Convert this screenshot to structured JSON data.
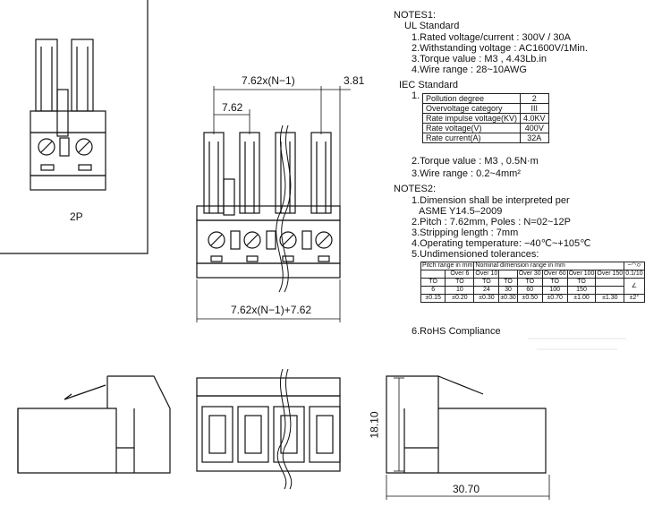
{
  "views": {
    "label_2p": "2P",
    "dim_top_pitch_n": "7.62x(N−1)",
    "dim_top_edge": "3.81",
    "dim_top_pitch": "7.62",
    "dim_bottom_total": "7.62x(N−1)+7.62",
    "dim_height": "18.10",
    "dim_depth": "30.70"
  },
  "notes1": {
    "title": "NOTES1:",
    "ul": {
      "title": "UL Standard",
      "items": [
        "1.Rated voltage/current : 300V / 30A",
        "2.Withstanding voltage : AC1600V/1Min.",
        "3.Torque value : M3 , 4.43Lb.in",
        "4.Wire range : 28~10AWG"
      ]
    },
    "iec": {
      "title": "IEC Standard",
      "item1_num": "1.",
      "table": [
        {
          "label": "Pollution degree",
          "value": "2"
        },
        {
          "label": "Overvoltage category",
          "value": "III"
        },
        {
          "label": "Rate impulse voltage(KV)",
          "value": "4.0KV"
        },
        {
          "label": "Rate voltage(V)",
          "value": "400V"
        },
        {
          "label": "Rate current(A)",
          "value": "32A"
        }
      ],
      "items": [
        "2.Torque value : M3 , 0.5N·m",
        "3.Wire range : 0.2~4mm²"
      ]
    }
  },
  "notes2": {
    "title": "NOTES2:",
    "items": [
      "1.Dimension shall be interpreted per",
      "ASME Y14.5–2009",
      "2.Pitch : 7.62mm, Poles : N=02~12P",
      "3.Stripping length : 7mm",
      "4.Operating temperature: −40℃~+105℃",
      "5.Undimensioned tolerances:"
    ],
    "tolerance": {
      "header_range": "Pitch range in mm",
      "header_nominal": "Nominal dimension range in mm",
      "header_symbols": "−◠⌭",
      "col_row1": [
        "Over 6",
        "Over 10",
        "",
        "Over 30",
        "Over 60",
        "Over 100",
        "Over 150"
      ],
      "col_to": [
        "TO",
        "TO",
        "TO",
        "TO",
        "TO",
        "TO",
        "TO"
      ],
      "col_to_vals": [
        "6",
        "10",
        "24",
        "30",
        "60",
        "100",
        "150"
      ],
      "right_top": "0.1/10",
      "right_mid": "∠",
      "tolerances": [
        "±0.15",
        "±0.20",
        "±0.30",
        "±0.30",
        "±0.50",
        "±0.70",
        "±1.00",
        "±1.30",
        "±2°"
      ]
    },
    "rohs": "6.RoHS Compliance"
  }
}
